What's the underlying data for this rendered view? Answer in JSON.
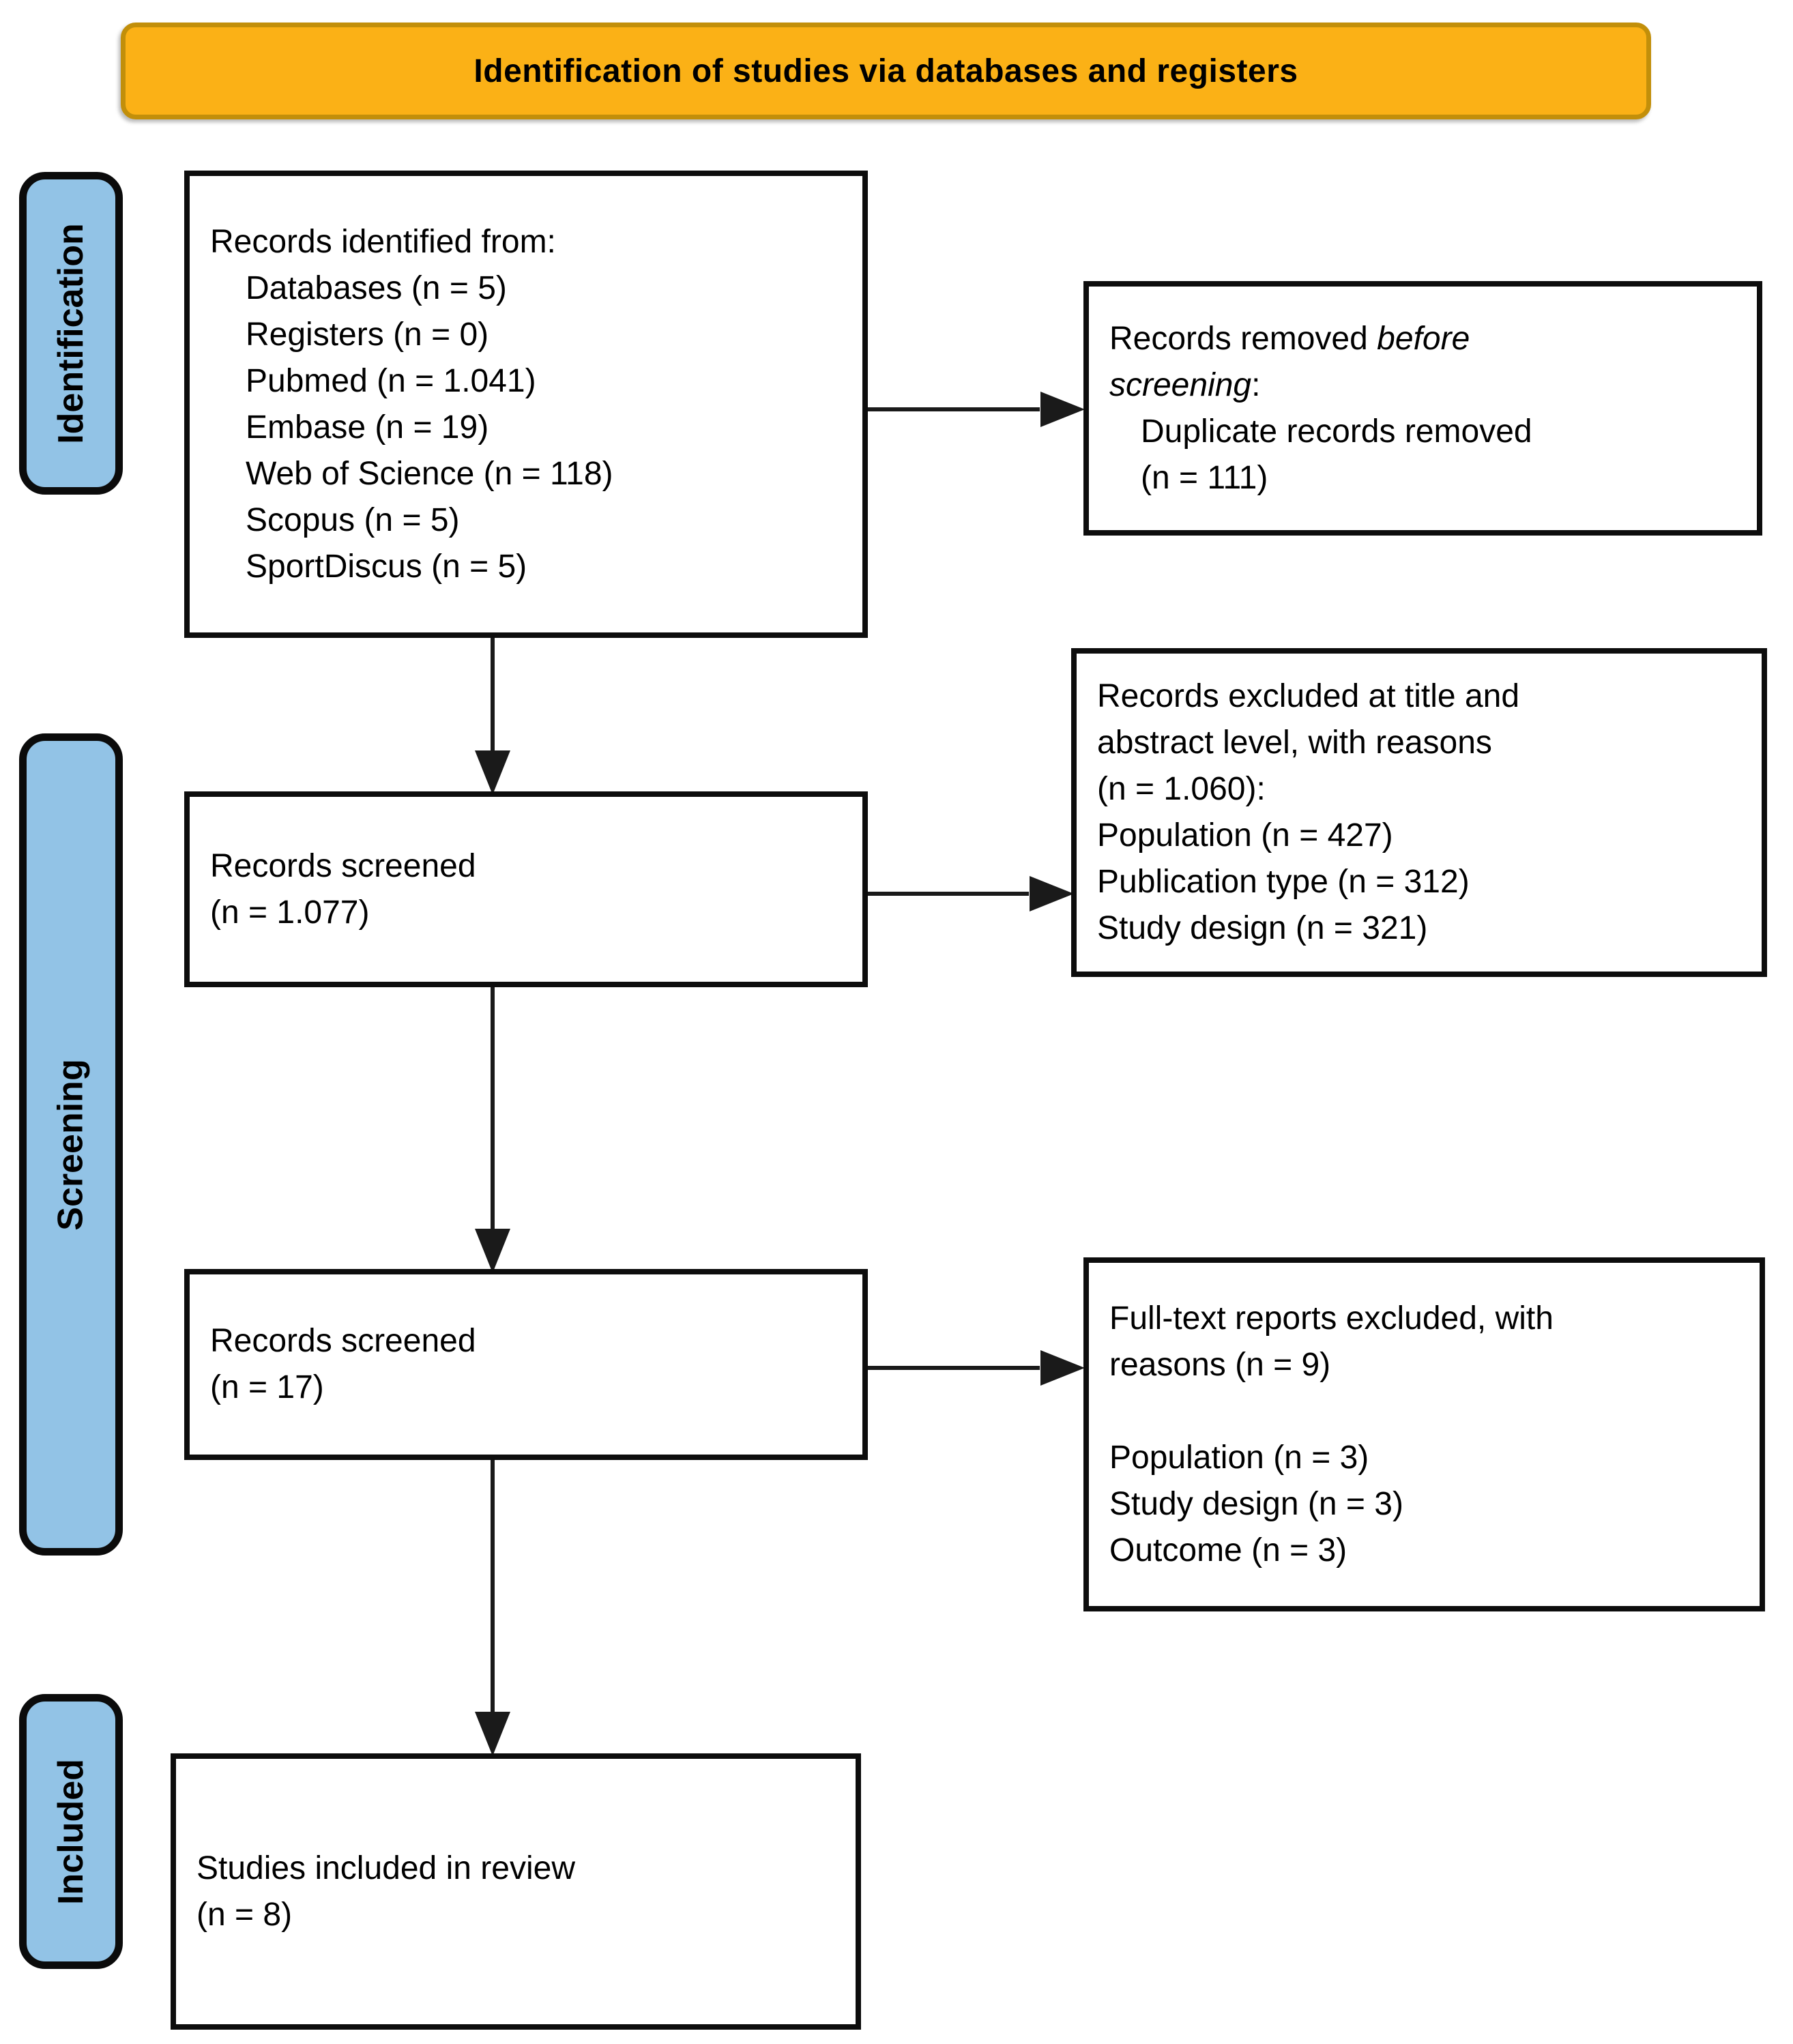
{
  "header": {
    "title": "Identification of studies via databases and registers"
  },
  "stages": {
    "identification": "Identification",
    "screening": "Screening",
    "included": "Included"
  },
  "boxes": {
    "records_identified": {
      "title": "Records identified from:",
      "items": [
        "Databases (n = 5)",
        "Registers (n = 0)",
        "Pubmed (n = 1.041)",
        "Embase (n = 19)",
        "Web of Science (n = 118)",
        "Scopus (n = 5)",
        "SportDiscus (n = 5)"
      ]
    },
    "records_removed": {
      "line1_normal": "Records removed ",
      "line1_italic": "before",
      "line2_italic": "screening",
      "line2_suffix": ":",
      "items": [
        "Duplicate records removed",
        "(n = 111)"
      ]
    },
    "records_screened_title": {
      "lines": [
        "Records screened",
        "(n = 1.077)"
      ]
    },
    "records_excluded_title_abstract": {
      "lines": [
        "Records excluded at title and",
        "abstract level, with reasons",
        "(n = 1.060):",
        "Population (n = 427)",
        "Publication type (n = 312)",
        "Study design (n = 321)"
      ]
    },
    "records_screened_fulltext": {
      "lines": [
        "Records screened",
        "(n = 17)"
      ]
    },
    "fulltext_excluded": {
      "lines": [
        "Full-text reports excluded, with",
        "reasons (n = 9)",
        "",
        "Population (n = 3)",
        "Study design (n = 3)",
        "Outcome (n = 3)"
      ]
    },
    "studies_included": {
      "lines": [
        "Studies included in review",
        "(n = 8)"
      ]
    }
  },
  "colors": {
    "banner_fill": "#FBB116",
    "banner_border": "#C28F0A",
    "stage_fill": "#92C3E6",
    "box_border": "#0D0D0D",
    "arrow": "#1A1A1A"
  }
}
